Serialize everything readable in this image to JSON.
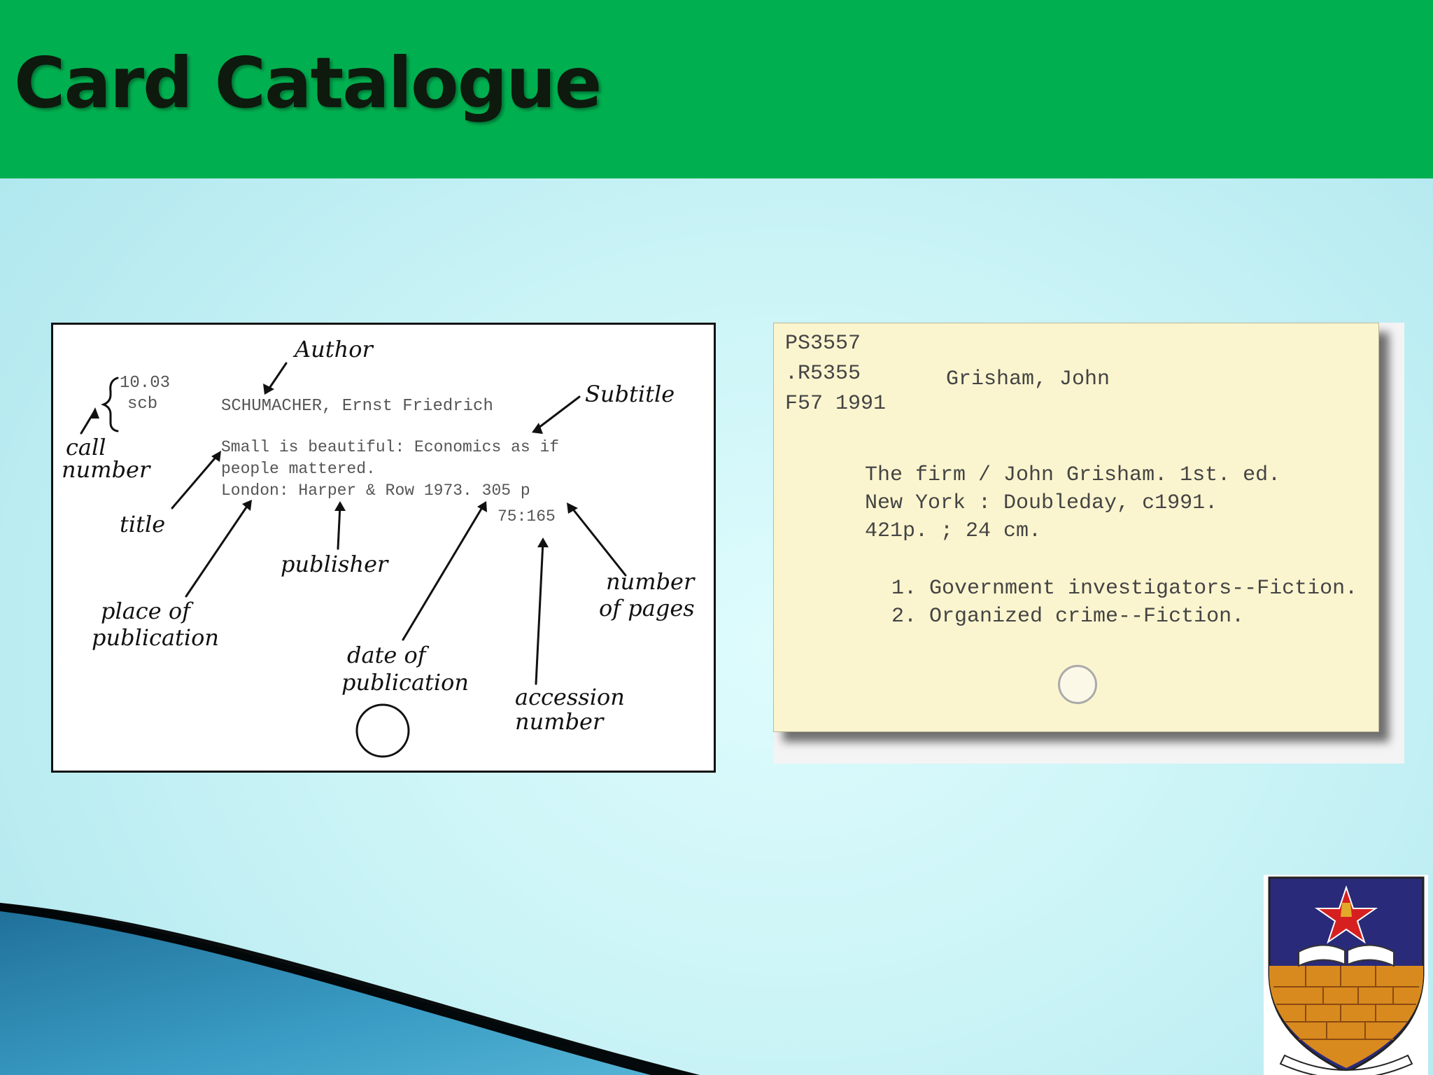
{
  "slide": {
    "title": "Card Catalogue"
  },
  "card_left": {
    "call_number": [
      "10.03",
      "scb"
    ],
    "author_line": "SCHUMACHER, Ernst Friedrich",
    "title_lines": [
      "Small is beautiful: Economics as if",
      "people mattered."
    ],
    "imprint_line": "London: Harper & Row 1973. 305 p",
    "accession": "75:165",
    "annotations": {
      "author": "Author",
      "subtitle": "Subtitle",
      "call_number": [
        "call",
        "number"
      ],
      "title": "title",
      "publisher": "publisher",
      "place": [
        "place of",
        "publication"
      ],
      "date": [
        "date of",
        "publication"
      ],
      "accession": [
        "accession",
        "number"
      ],
      "pages": [
        "number",
        "of pages"
      ]
    }
  },
  "card_right": {
    "call_number": [
      "PS3557",
      ".R5355",
      "F57 1991"
    ],
    "heading": "Grisham, John",
    "body": [
      "The firm / John Grisham. 1st. ed.",
      "New York : Doubleday, c1991.",
      "421p. ; 24 cm."
    ],
    "subjects": [
      "1. Government investigators--Fiction.",
      "2. Organized crime--Fiction."
    ]
  },
  "colors": {
    "header": "#00b050",
    "card_right_bg": "#fbf5cf"
  }
}
